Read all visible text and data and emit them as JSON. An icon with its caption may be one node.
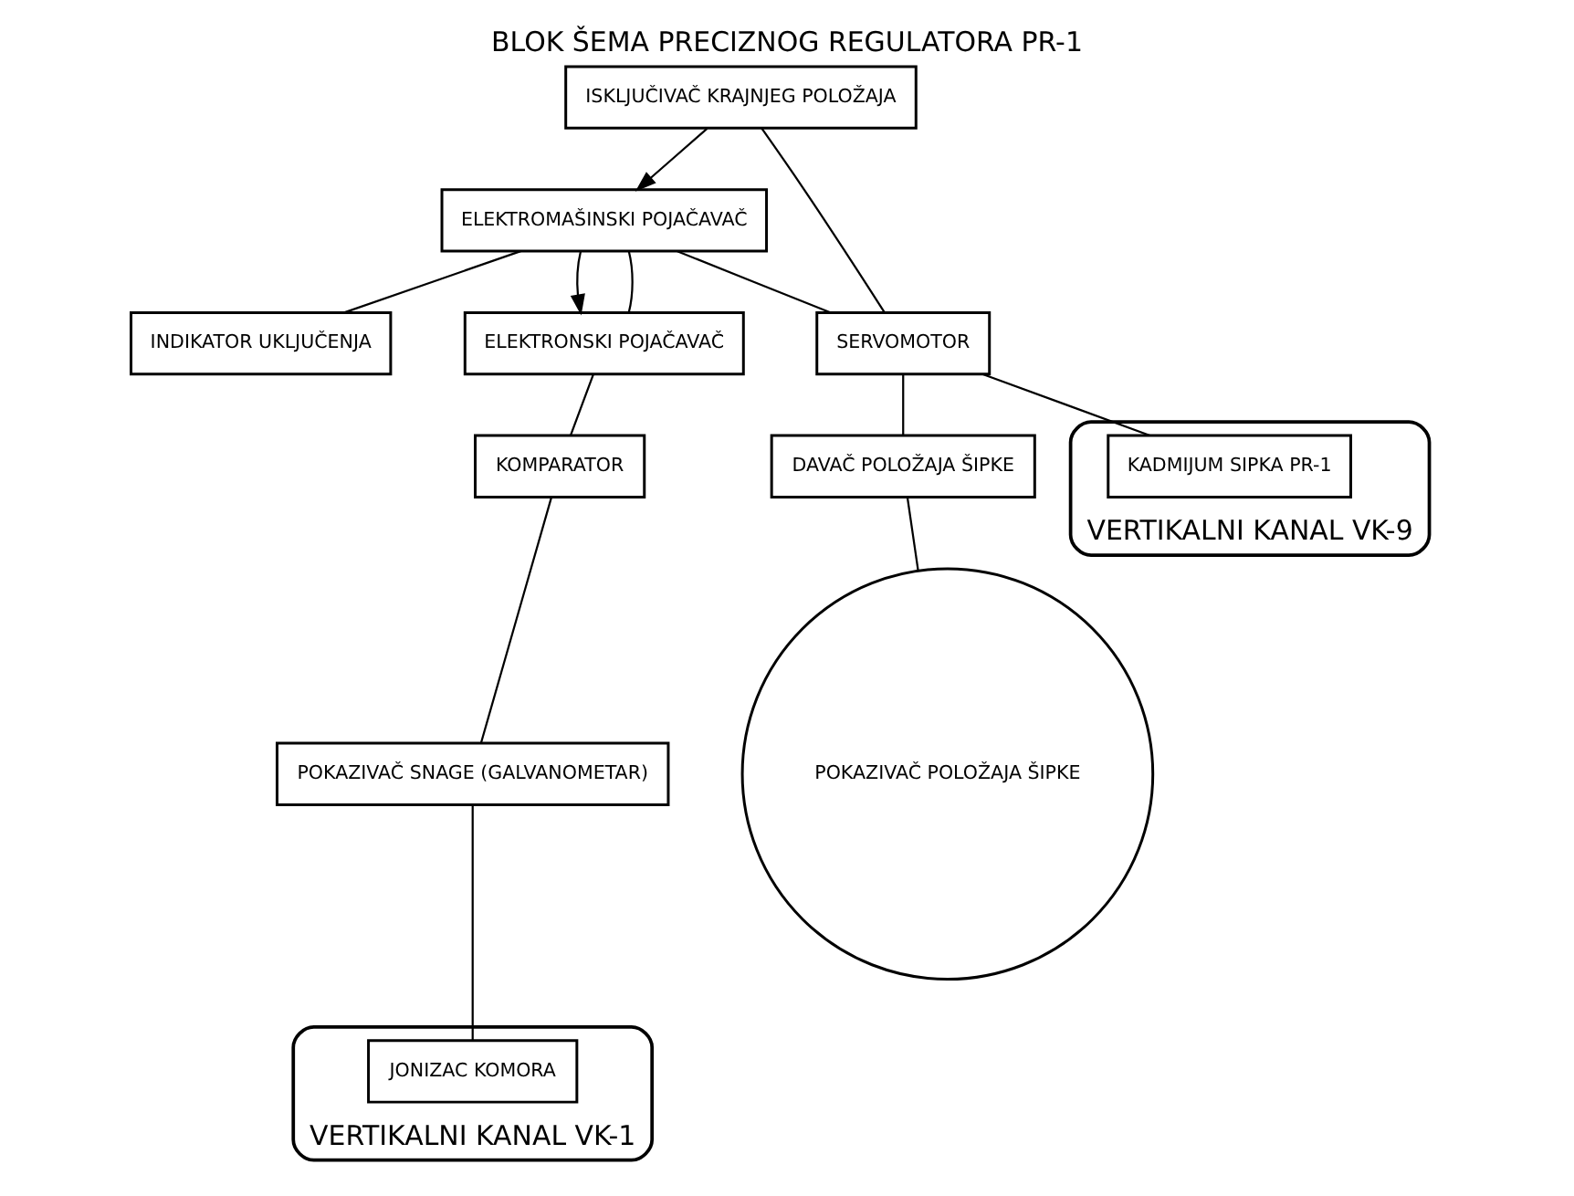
{
  "diagram": {
    "title": "BLOK ŠEMA PRECIZNOG REGULATORA PR-1",
    "nodes": [
      {
        "text": [
          "ELEKTROMAŠINSKI POJAČAVAČ"
        ]
      },
      {
        "text": [
          "INDIKATOR UKLJUČENJA"
        ]
      },
      {
        "text": [
          "ELEKTRONSKI POJAČAVAČ"
        ]
      },
      {
        "text": [
          "KOMPARATOR"
        ]
      },
      {
        "text": [
          "POKAZIVAČ SNAGE (GALVANOMETAR)"
        ]
      },
      {
        "text": [
          "VERTIKALNI KANAL VK-1"
        ]
      },
      {
        "text": [
          "JONIZAC KOMORA"
        ],
        "in": 5
      },
      {
        "text": [
          "ISKLJUČIVAČ KRAJNJEG POLOŽAJA"
        ]
      },
      {
        "text": [
          "SERVOMOTOR"
        ]
      },
      {
        "text": [
          "POKAZIVAČ POLOŽAJA ŠIPKE"
        ]
      },
      {
        "text": [
          "DAVAČ POLOŽAJA ŠIPKE"
        ]
      },
      {
        "text": [
          "VERTIKALNI KANAL VK-9"
        ]
      },
      {
        "text": [
          "KADMIJUM SIPKA PR-1"
        ],
        "in": 11
      }
    ],
    "edges": [
      {
        "from": 0,
        "to": 8,
        "arrow": "none"
      },
      {
        "from": 7,
        "to": 0,
        "arrow": "to"
      },
      {
        "from": 0,
        "to": 2,
        "arrow": "to"
      },
      {
        "from": 0,
        "to": 2,
        "arrow": "none"
      },
      {
        "from": 0,
        "to": 1,
        "arrow": "none"
      },
      {
        "from": 2,
        "to": 3,
        "arrow": "none"
      },
      {
        "from": 3,
        "to": 4,
        "arrow": "none"
      },
      {
        "from": 4,
        "to": 6,
        "arrow": "none"
      },
      {
        "from": 7,
        "to": 8,
        "arrow": "none"
      },
      {
        "from": 8,
        "to": 10,
        "arrow": "none"
      },
      {
        "from": 10,
        "to": 9,
        "arrow": "none"
      },
      {
        "from": 8,
        "to": 12,
        "arrow": "none"
      }
    ]
  }
}
